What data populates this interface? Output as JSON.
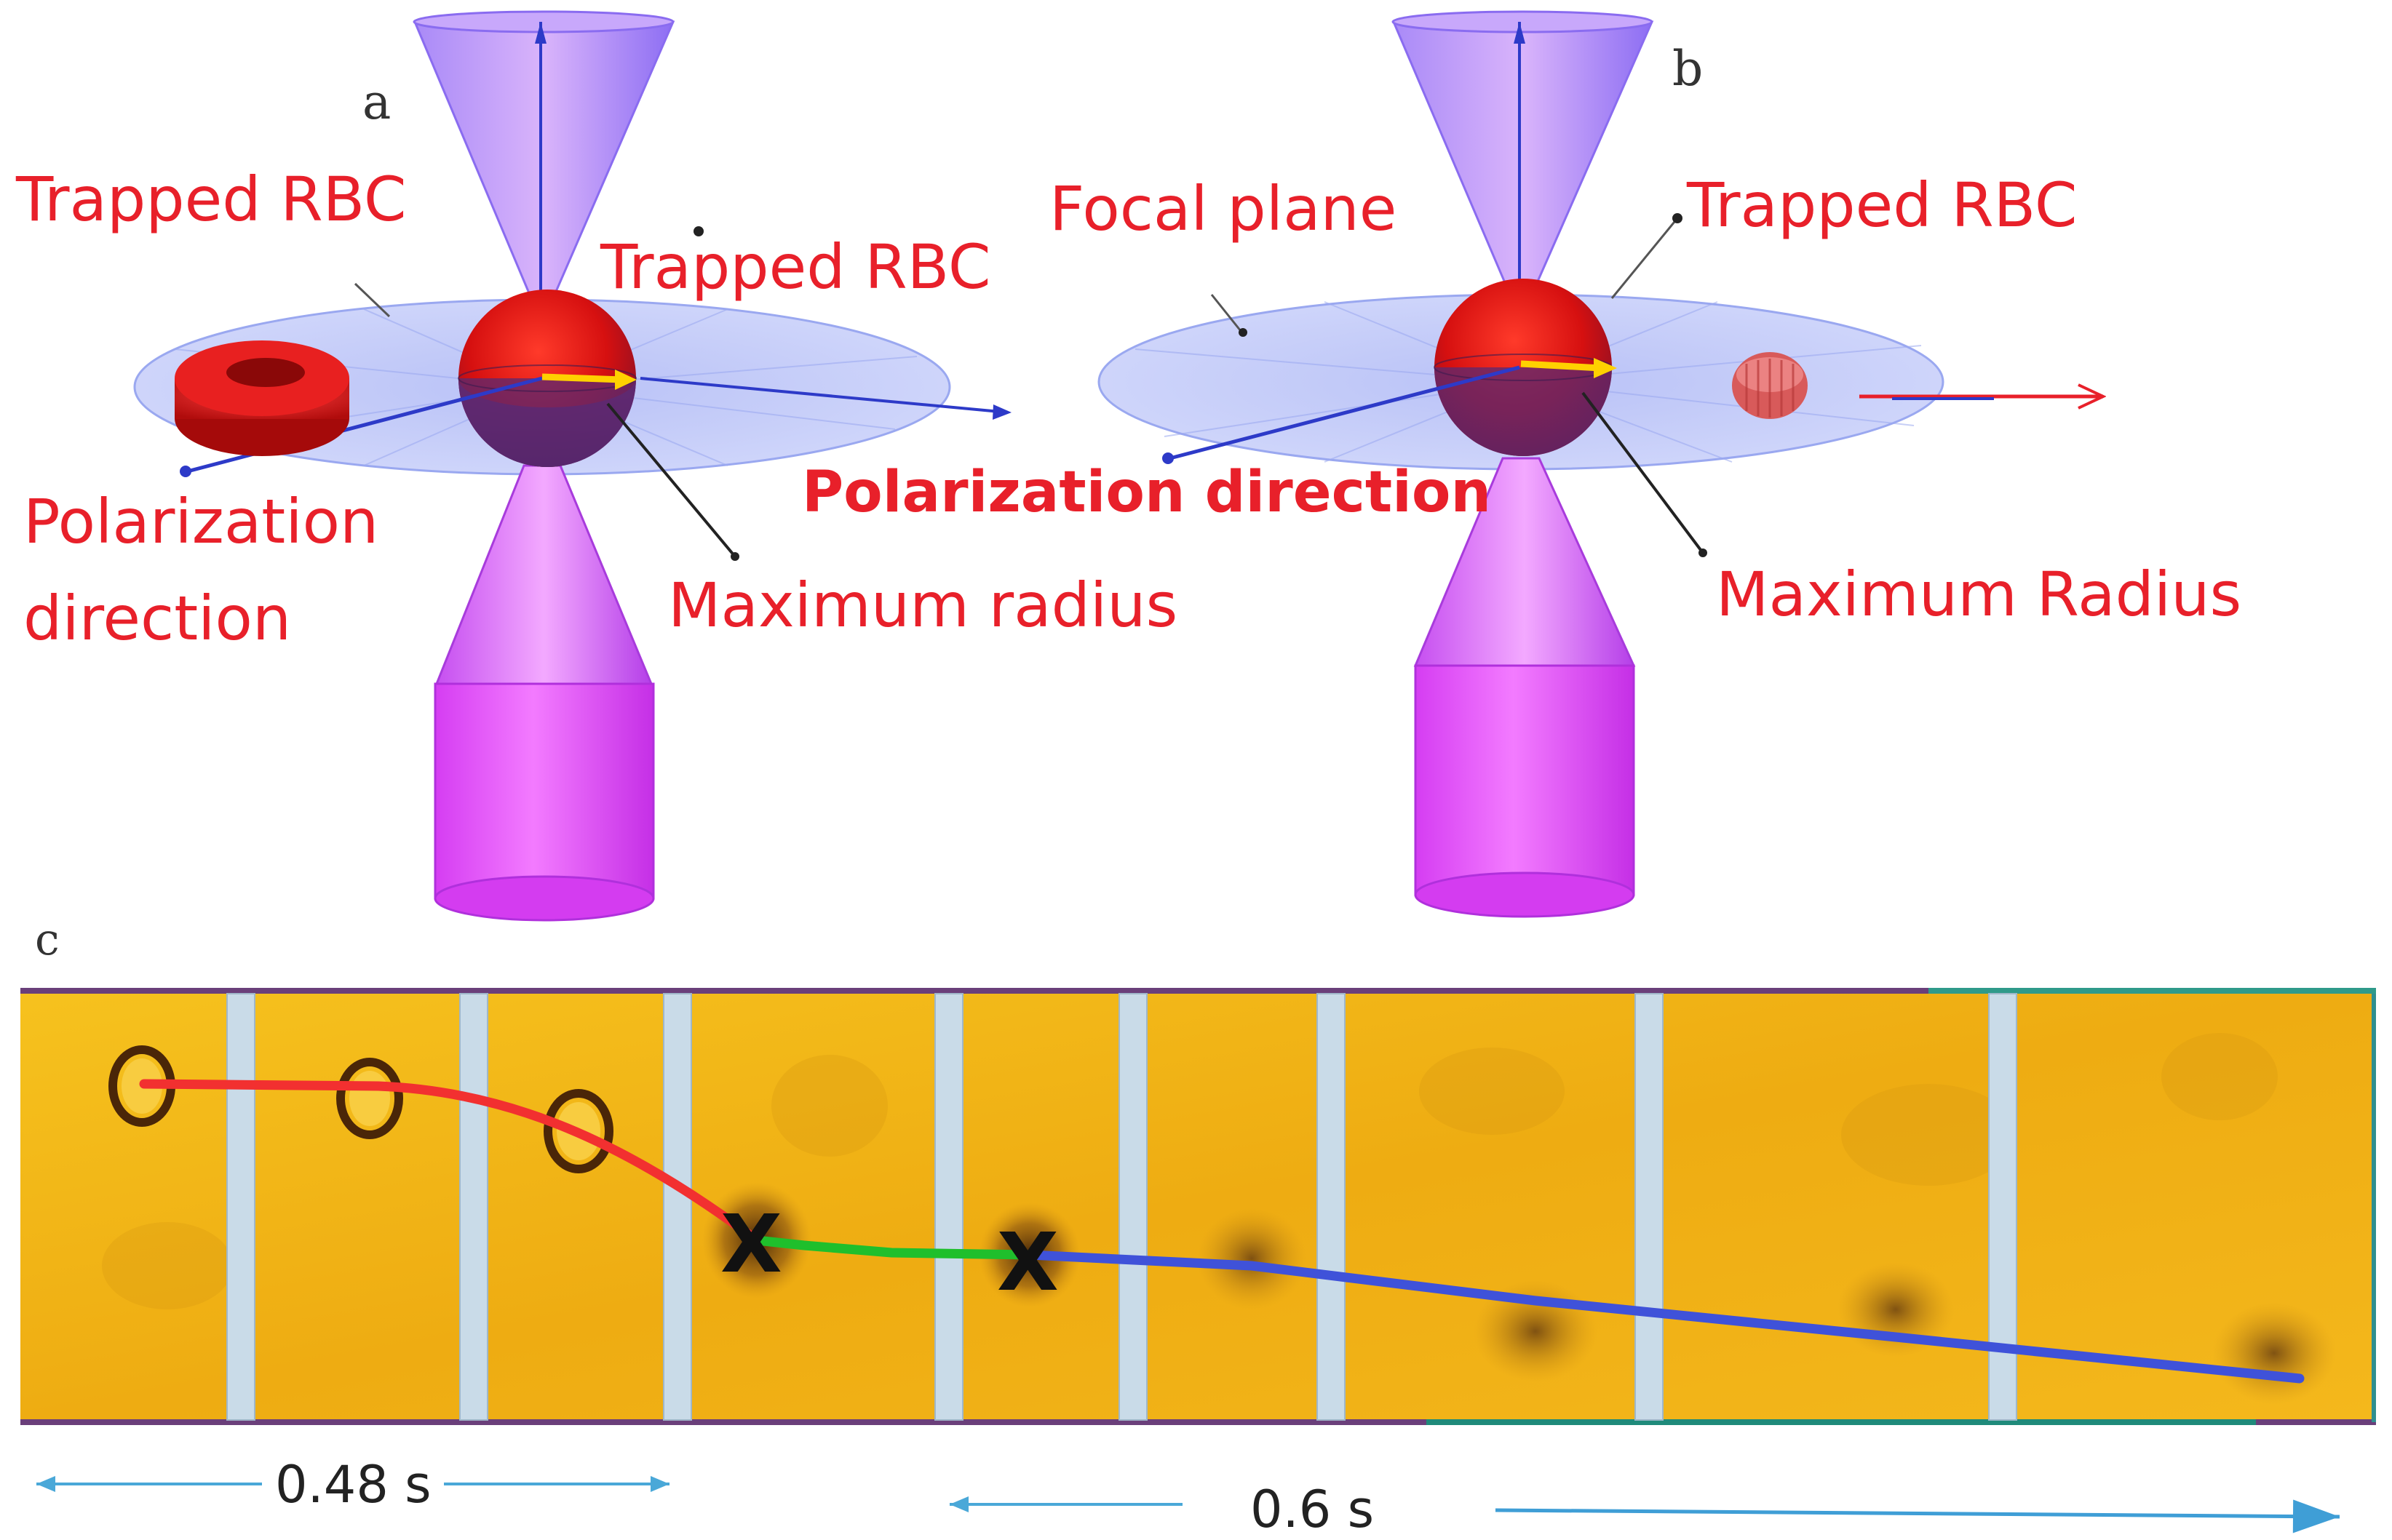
{
  "panel_a": {
    "letter": "a",
    "label_trapped_rbc_left": "Trapped RBC",
    "label_trapped_rbc_center": "Trapped RBC",
    "label_polarization_line1": "Polarization",
    "label_polarization_line2": "direction",
    "label_max_radius": "Maximum radius"
  },
  "panel_b": {
    "letter": "b",
    "label_focal_plane": "Focal plane",
    "label_trapped_rbc": "Trapped RBC",
    "label_polarization": "Polarization direction",
    "label_max_radius": "Maximum Radius"
  },
  "panel_c": {
    "letter": "c",
    "time_first": "0.48 s",
    "time_second": "0.6 s",
    "markers": [
      "X",
      "X"
    ]
  },
  "colors": {
    "label_red": "#e8202a",
    "beam_magenta": "#e040f0",
    "beam_violet": "#9b6cf5",
    "rbc_red": "#e01010",
    "plane_blue": "#8c9cf2",
    "frame_yellow": "#f2b418",
    "separator": "#c9dbe8",
    "path_red": "#f23030",
    "path_green": "#1fbf2c",
    "path_blue": "#3f52d9",
    "time_arrow": "#4aa8d8"
  }
}
